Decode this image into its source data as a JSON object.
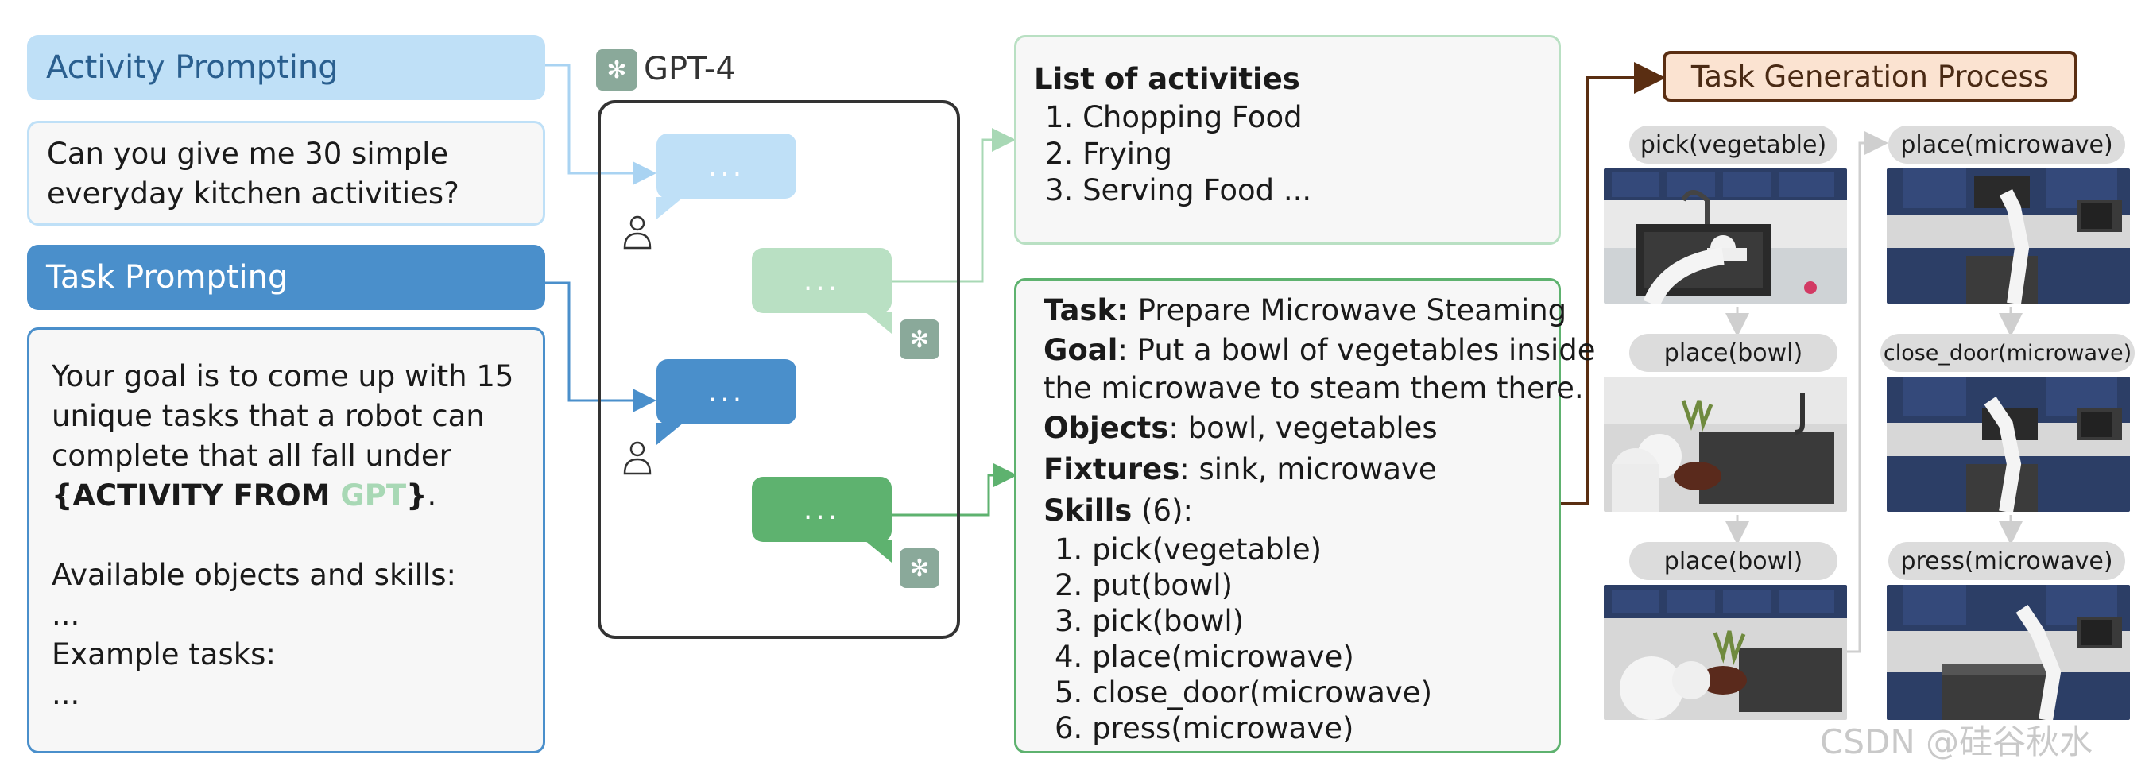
{
  "left": {
    "activity_header": "Activity Prompting",
    "activity_prompt": [
      "Can you give me 30 simple",
      "everyday kitchen activities?"
    ],
    "task_header": "Task Prompting",
    "task_prompt": {
      "line1": "Your goal is to come up with 15",
      "line2": "unique tasks that a robot can",
      "line3": "complete that all fall under",
      "activity_open": "{ACTIVITY FROM ",
      "activity_gpt": "GPT",
      "activity_close": "}",
      "activity_period": ".",
      "objects_label": "Available objects and skills:",
      "objects_value": "...",
      "examples_label": "Example tasks:",
      "examples_value": "..."
    }
  },
  "chat": {
    "model_label": "GPT-4",
    "bubble_text": "..."
  },
  "activities": {
    "title": "List of activities",
    "items": [
      "1. Chopping Food",
      "2. Frying",
      "3. Serving Food ..."
    ]
  },
  "task": {
    "task_label": "Task:",
    "task_value": " Prepare Microwave Steaming",
    "goal_label": "Goal",
    "goal_value_1": ": Put a bowl of vegetables inside",
    "goal_value_2": "the microwave to steam them there.",
    "objects_label": "Objects",
    "objects_value": ": bowl, vegetables",
    "fixtures_label": "Fixtures",
    "fixtures_value": ": sink, microwave",
    "skills_label": "Skills",
    "skills_value": " (6):",
    "skills": [
      "1. pick(vegetable)",
      "2. put(bowl)",
      "3. pick(bowl)",
      "4. place(microwave)",
      "5. close_door(microwave)",
      "6. press(microwave)"
    ]
  },
  "process": {
    "title": "Task Generation Process",
    "left_steps": [
      "pick(vegetable)",
      "place(bowl)",
      "place(bowl)"
    ],
    "right_steps": [
      "place(microwave)",
      "close_door(microwave)",
      "press(microwave)"
    ]
  },
  "colors": {
    "light_blue": "#bfe0f7",
    "dark_blue": "#4a8fcb",
    "light_green": "#b9e0c3",
    "dark_green": "#5eb26f",
    "brown": "#5a2e12"
  },
  "watermark": "CSDN @硅谷秋水"
}
